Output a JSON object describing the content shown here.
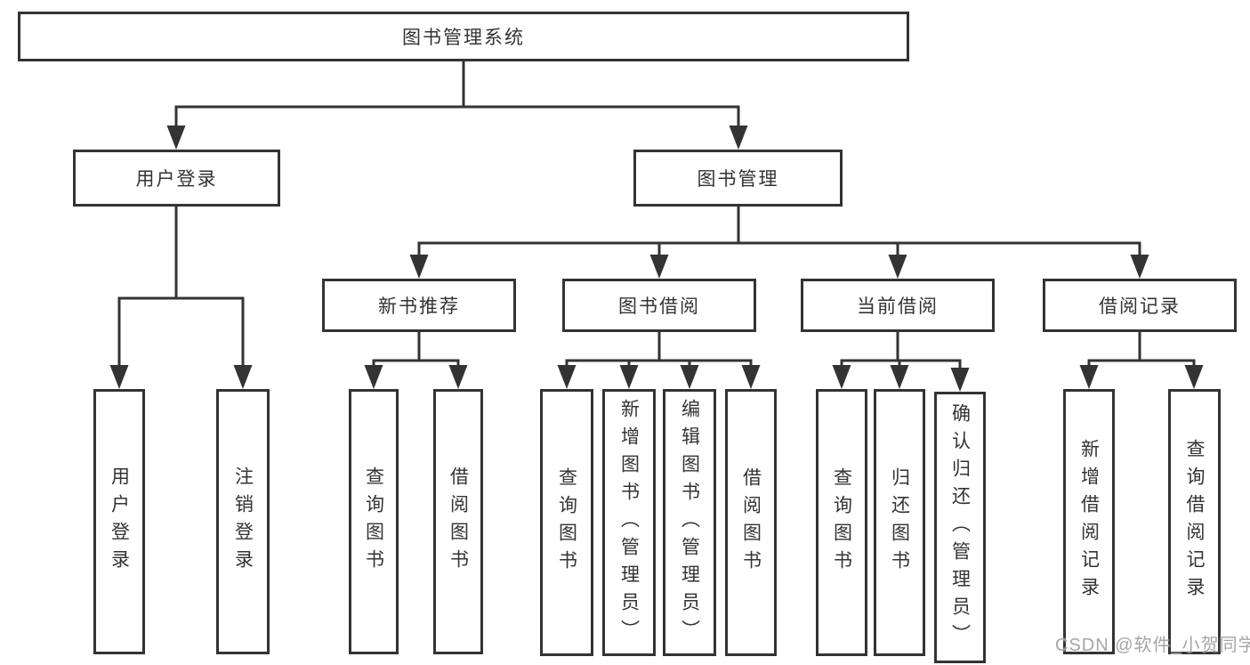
{
  "title": "图书管理系统",
  "tree": {
    "label": "图书管理系统",
    "children": [
      {
        "label": "用户登录",
        "children": [
          {
            "label": "用户登录"
          },
          {
            "label": "注销登录"
          }
        ]
      },
      {
        "label": "图书管理",
        "children": [
          {
            "label": "新书推荐",
            "children": [
              {
                "label": "查询图书"
              },
              {
                "label": "借阅图书"
              }
            ]
          },
          {
            "label": "图书借阅",
            "children": [
              {
                "label": "查询图书"
              },
              {
                "label": "新增图书（管理员）"
              },
              {
                "label": "编辑图书（管理员）"
              },
              {
                "label": "借阅图书"
              }
            ]
          },
          {
            "label": "当前借阅",
            "children": [
              {
                "label": "查询图书"
              },
              {
                "label": "归还图书"
              },
              {
                "label": "确认归还（管理员）"
              }
            ]
          },
          {
            "label": "借阅记录",
            "children": [
              {
                "label": "新增借阅记录"
              },
              {
                "label": "查询借阅记录"
              }
            ]
          }
        ]
      }
    ]
  },
  "watermark": "CSDN @软件_小贺同学",
  "colors": {
    "line": "#333333",
    "box_border": "#333333",
    "box_background": "#ffffff",
    "text": "#333333",
    "watermark": "#969696"
  }
}
